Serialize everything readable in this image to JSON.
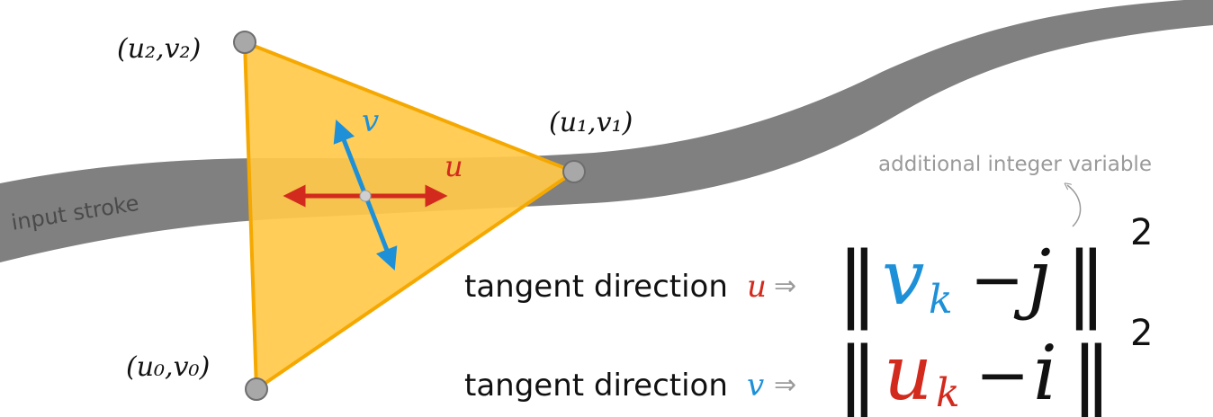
{
  "stroke": {
    "label": "input stroke",
    "color": "#808080"
  },
  "triangle": {
    "fill": "#FFC94A",
    "edge": "#F5A800",
    "vertices": [
      {
        "name": "v0",
        "label": "(u₀,v₀)"
      },
      {
        "name": "v1",
        "label": "(u₁,v₁)"
      },
      {
        "name": "v2",
        "label": "(u₂,v₂)"
      }
    ]
  },
  "axes": {
    "u": {
      "label": "u",
      "color": "#D32A1E"
    },
    "v": {
      "label": "v",
      "color": "#1E90D8"
    }
  },
  "annotation": {
    "text": "additional integer variable",
    "color": "#9A9A9A"
  },
  "equations": [
    {
      "prefix": "tangent direction",
      "dir": "u",
      "dir_color": "#D32A1E",
      "implies": "⇒",
      "var": "v",
      "sub": "k",
      "var_color": "#1E90D8",
      "minus": "−",
      "int": "j",
      "bars": "‖",
      "exp": "2"
    },
    {
      "prefix": "tangent direction",
      "dir": "v",
      "dir_color": "#1E90D8",
      "implies": "⇒",
      "var": "u",
      "sub": "k",
      "var_color": "#D32A1E",
      "minus": "−",
      "int": "i",
      "bars": "‖",
      "exp": "2"
    }
  ]
}
